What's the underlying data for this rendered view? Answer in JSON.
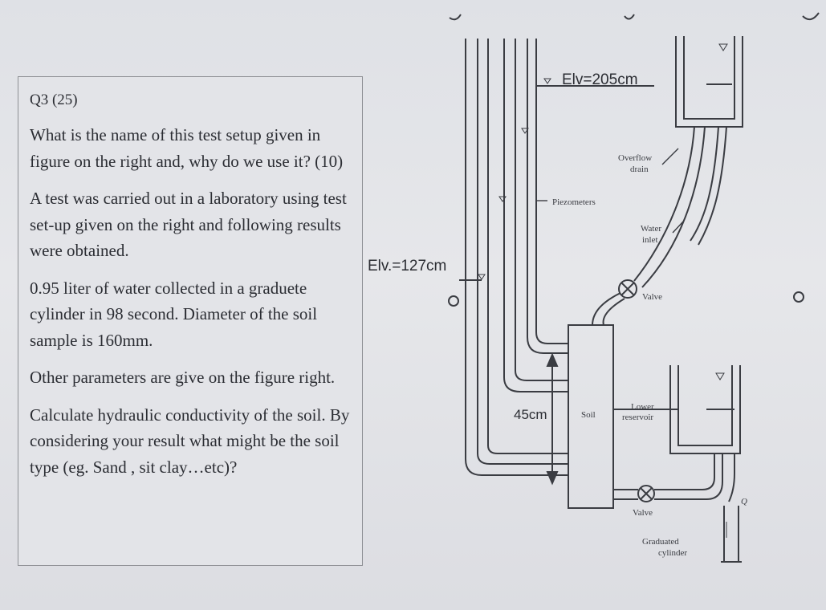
{
  "question": {
    "title": "Q3 (25)",
    "para1": "What is the name of this test setup given in figure on the right and, why do we use it? (10)",
    "para2": "A test was carried out in a laboratory using test set-up given on the right and following results were obtained.",
    "para3": "0.95 liter of water collected in a graduete cylinder in 98 second. Diameter of the soil sample is 160mm.",
    "para4": "Other parameters are give on the figure right.",
    "para5": "Calculate hydraulic conductivity of the soil. By considering your result what might be the soil type (eg. Sand , sit clay…etc)?"
  },
  "figure": {
    "elv_top": "Elv=205cm",
    "elv_low": "Elv.=127cm",
    "overflow_drain": [
      "Overflow",
      "drain"
    ],
    "piezometers": "Piezometers",
    "water_inlet": [
      "Water",
      "inlet"
    ],
    "valve_upper": "Valve",
    "soil": "Soil",
    "sample_length": "45cm",
    "lower_reservoir": [
      "Lower",
      "reservoir"
    ],
    "valve_lower": "Valve",
    "graduated_cylinder": [
      "Graduated",
      "cylinder"
    ],
    "flow_symbol": "Q"
  },
  "colors": {
    "line": "#3a3c42",
    "panel_border": "#8e9095",
    "text": "#2b2d33"
  }
}
